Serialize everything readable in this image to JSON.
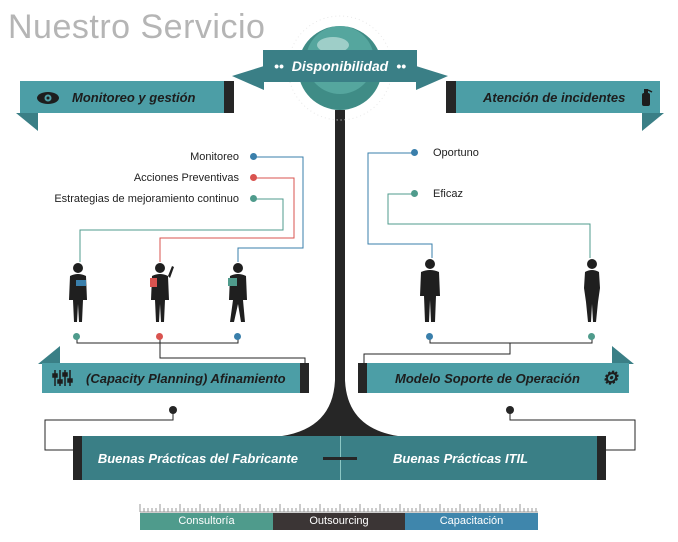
{
  "title": "Nuestro Servicio",
  "center": {
    "label": "Disponibilidad"
  },
  "left_header": {
    "label": "Monitoreo y gestión",
    "icon": "eye-icon"
  },
  "right_header": {
    "label": "Atención de incidentes",
    "icon": "fire-extinguisher-icon"
  },
  "left_items": [
    "Monitoreo",
    "Acciones Preventivas",
    "Estrategias de mejoramiento continuo"
  ],
  "right_items": [
    "Oportuno",
    "Eficaz"
  ],
  "left_box": {
    "label": "(Capacity Planning) Afinamiento",
    "icon": "sliders-icon"
  },
  "right_box": {
    "label": "Modelo Soporte de Operación",
    "icon": "gear-icon"
  },
  "base": {
    "left": "Buenas Prácticas del Fabricante",
    "right": "Buenas Prácticas ITIL"
  },
  "tabs": [
    {
      "label": "Consultoría",
      "color": "#4f9b8c"
    },
    {
      "label": "Outsourcing",
      "color": "#3b3535"
    },
    {
      "label": "Capacitación",
      "color": "#3f86ac"
    }
  ],
  "colors": {
    "teal": "#4c9ea6",
    "dark": "#262626",
    "blue": "#3a7fab",
    "red": "#d9534f",
    "green": "#4f9b8c"
  }
}
